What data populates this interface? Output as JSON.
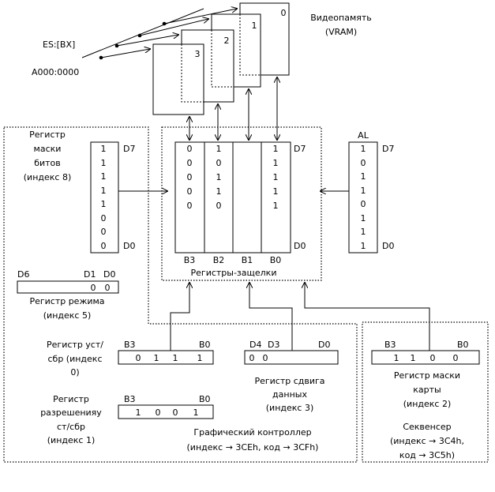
{
  "vram": {
    "title": "Видеопамять",
    "subtitle": "(VRAM)",
    "planes": [
      "0",
      "1",
      "2",
      "3"
    ],
    "pointer_label": "ES:[BX]",
    "address_label": "A000:0000"
  },
  "latch": {
    "caption": "Регистры-защелки",
    "col_labels": [
      "B3",
      "B2",
      "B1",
      "B0"
    ],
    "col_b3": [
      "0",
      "0",
      "0",
      "0",
      "0"
    ],
    "col_b2": [
      "1",
      "0",
      "1",
      "1",
      "0"
    ],
    "col_b0": [
      "1",
      "1",
      "1",
      "1",
      "1"
    ],
    "d7": "D7",
    "d0": "D0"
  },
  "bitmask": {
    "label_lines": [
      "Регистр",
      "маски",
      "битов",
      "(индекс 8)"
    ],
    "bits": [
      "1",
      "1",
      "1",
      "1",
      "1",
      "0",
      "0",
      "0"
    ],
    "d7": "D7",
    "d0": "D0"
  },
  "al": {
    "label": "AL",
    "bits": [
      "1",
      "0",
      "1",
      "1",
      "0",
      "1",
      "1",
      "1"
    ],
    "d7": "D7",
    "d0": "D0"
  },
  "mode": {
    "hdr_d6": "D6",
    "hdr_d1": "D1",
    "hdr_d0": "D0",
    "bits": [
      "0",
      "0"
    ],
    "label_lines": [
      "Регистр режима",
      "(индекс 5)"
    ]
  },
  "setreset": {
    "label_lines": [
      "Регистр уст/",
      "сбр (индекс",
      "0)"
    ],
    "hdr_b3": "B3",
    "hdr_b0": "B0",
    "bits": [
      "0",
      "1",
      "1",
      "1"
    ]
  },
  "enable": {
    "label_lines": [
      "Регистр",
      "разрешенияу",
      "ст/сбр",
      "(индекс 1)"
    ],
    "hdr_b3": "B3",
    "hdr_b0": "B0",
    "bits": [
      "1",
      "0",
      "0",
      "1"
    ]
  },
  "rotate": {
    "hdr_d4": "D4",
    "hdr_d3": "D3",
    "hdr_d0": "D0",
    "bits": [
      "0",
      "0"
    ],
    "label_lines": [
      "Регистр сдвига",
      "данных",
      "(индекс 3)"
    ]
  },
  "graphics": {
    "title": "Графический контроллер",
    "ports": "(индекс → 3CEh, код → 3CFh)"
  },
  "mapmask": {
    "hdr_b3": "B3",
    "hdr_b0": "B0",
    "bits": [
      "1",
      "1",
      "0",
      "0"
    ],
    "label_lines": [
      "Регистр маски",
      "карты",
      "(индекс 2)"
    ]
  },
  "sequencer": {
    "label_lines": [
      "Секвенсер",
      "(индекс → 3C4h,",
      "код → 3C5h)"
    ]
  }
}
